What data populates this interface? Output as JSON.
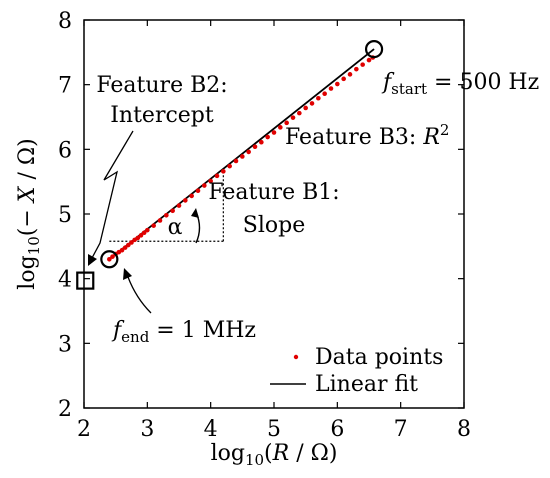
{
  "chart_data": {
    "type": "scatter",
    "title": "",
    "xlabel": "log10(R / Ω)",
    "ylabel": "log10(− X / Ω)",
    "xlim": [
      2,
      8
    ],
    "ylim": [
      2,
      8
    ],
    "xticks": [
      "2",
      "3",
      "4",
      "5",
      "6",
      "7",
      "8"
    ],
    "yticks": [
      "2",
      "3",
      "4",
      "5",
      "6",
      "7",
      "8"
    ],
    "grid": false,
    "legend_position": "bottom-right",
    "series": [
      {
        "name": "Data points",
        "kind": "points",
        "color": "#e00000",
        "x": [
          2.4,
          2.45,
          2.5,
          2.55,
          2.6,
          2.65,
          2.7,
          2.75,
          2.8,
          2.85,
          2.9,
          2.95,
          3.0,
          3.1,
          3.2,
          3.3,
          3.4,
          3.5,
          3.6,
          3.7,
          3.8,
          3.9,
          4.0,
          4.1,
          4.2,
          4.3,
          4.4,
          4.5,
          4.6,
          4.7,
          4.8,
          4.9,
          5.0,
          5.1,
          5.2,
          5.3,
          5.4,
          5.5,
          5.6,
          5.7,
          5.8,
          5.9,
          6.0,
          6.1,
          6.2,
          6.3,
          6.4,
          6.5,
          6.56
        ],
        "y": [
          4.3,
          4.34,
          4.38,
          4.41,
          4.44,
          4.48,
          4.52,
          4.56,
          4.6,
          4.63,
          4.67,
          4.71,
          4.75,
          4.82,
          4.9,
          4.98,
          5.05,
          5.13,
          5.21,
          5.28,
          5.36,
          5.44,
          5.51,
          5.59,
          5.66,
          5.74,
          5.82,
          5.89,
          5.96,
          6.04,
          6.11,
          6.19,
          6.26,
          6.34,
          6.41,
          6.49,
          6.56,
          6.64,
          6.71,
          6.79,
          6.86,
          6.94,
          7.01,
          7.09,
          7.16,
          7.24,
          7.31,
          7.38,
          7.42
        ]
      },
      {
        "name": "Linear fit",
        "kind": "line",
        "color": "#000000",
        "x": [
          2.4,
          6.58
        ],
        "y": [
          4.3,
          7.55
        ]
      }
    ],
    "annotations": {
      "b2_line1": "Feature B2:",
      "b2_line2": "Intercept",
      "b3_prefix": "Feature B3: ",
      "b3_var": "R",
      "b3_sup": "2",
      "b1_line1": "Feature B1:",
      "b1_line2": "Slope",
      "alpha": "α",
      "fstart_f": "f",
      "fstart_sub": "start",
      "fstart_val": " = 500 Hz",
      "fend_f": "f",
      "fend_sub": "end",
      "fend_val": " = 1 MHz"
    },
    "markers": {
      "start_point": {
        "x": 6.58,
        "y": 7.55
      },
      "end_point": {
        "x": 2.4,
        "y": 4.3
      },
      "intercept_point": {
        "x": 2.02,
        "y": 3.97
      },
      "slope_corner_x": 4.2
    }
  }
}
